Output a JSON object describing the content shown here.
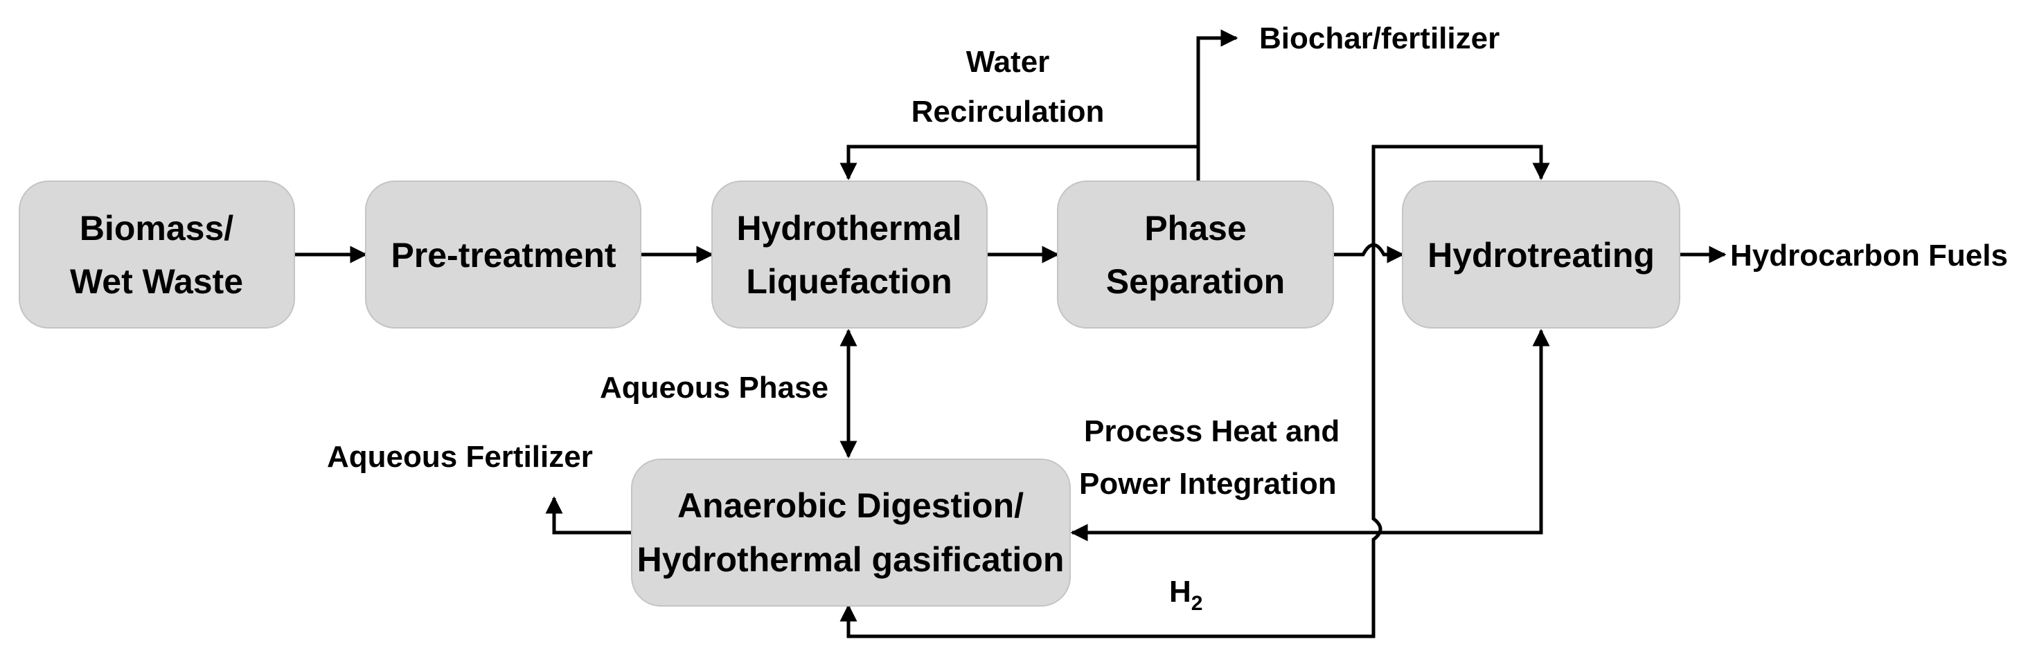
{
  "nodes": {
    "biomass": {
      "line1": "Biomass/",
      "line2": "Wet Waste"
    },
    "pretreatment": {
      "line1": "Pre-treatment"
    },
    "htl": {
      "line1": "Hydrothermal",
      "line2": "Liquefaction"
    },
    "phase_separation": {
      "line1": "Phase",
      "line2": "Separation"
    },
    "hydrotreating": {
      "line1": "Hydrotreating"
    },
    "anaerobic": {
      "line1": "Anaerobic Digestion/",
      "line2": "Hydrothermal gasification"
    }
  },
  "labels": {
    "water_recirculation_1": "Water",
    "water_recirculation_2": "Recirculation",
    "biochar": "Biochar/fertilizer",
    "hydrocarbon_fuels": "Hydrocarbon Fuels",
    "aqueous_phase": "Aqueous Phase",
    "aqueous_fertilizer": "Aqueous Fertilizer",
    "process_heat_1": "Process Heat and",
    "process_heat_2": "Power Integration",
    "h2_main": "H",
    "h2_sub": "2"
  },
  "colors": {
    "box_fill": "#d9d9d9",
    "box_stroke": "#c4c4c4",
    "line": "#000000",
    "text": "#000000"
  }
}
